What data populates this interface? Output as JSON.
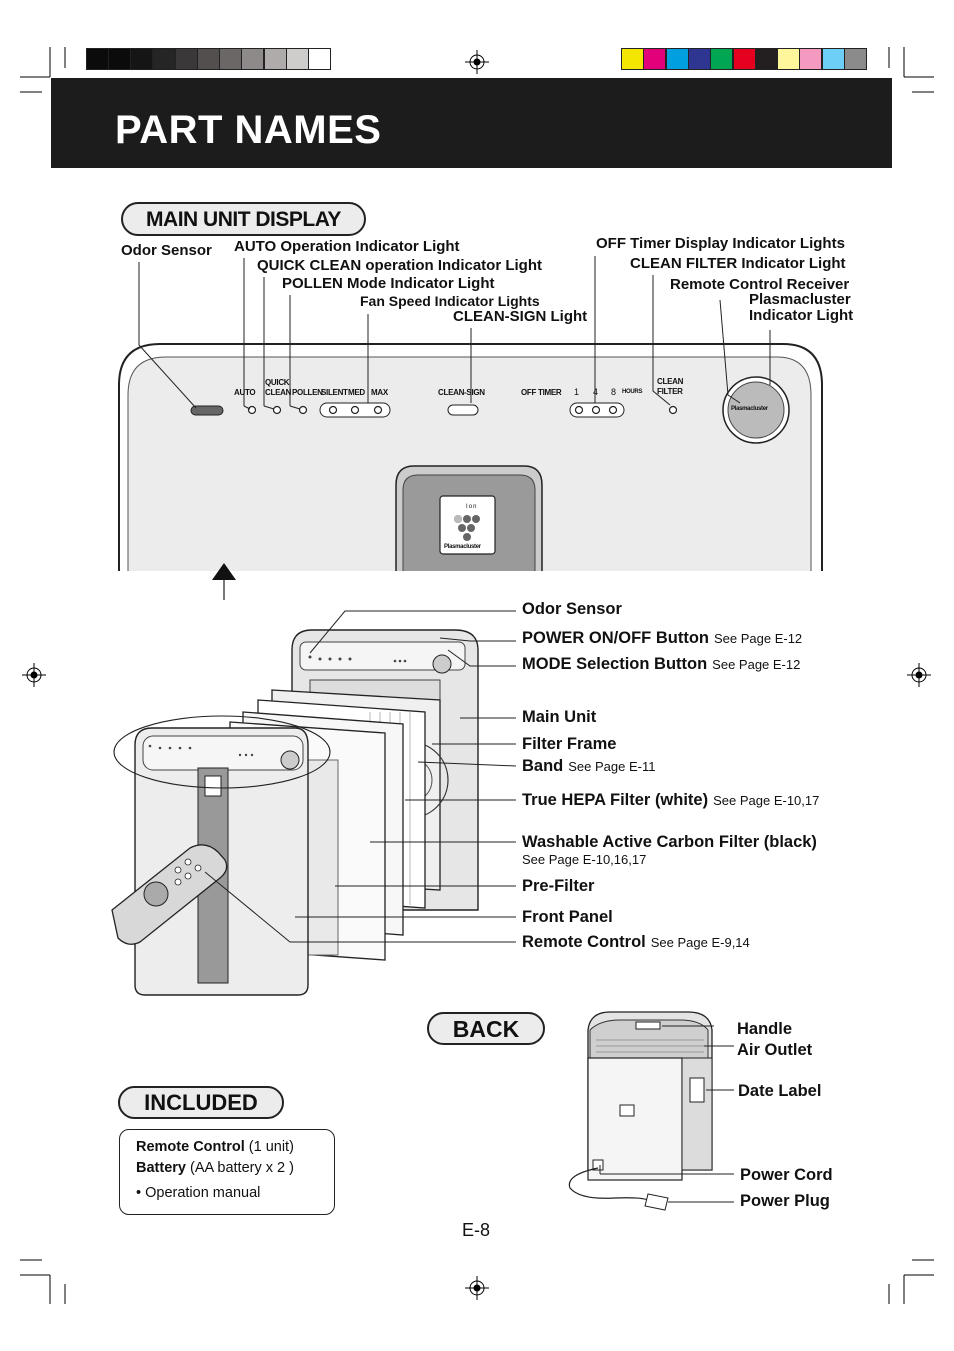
{
  "page": {
    "title": "PART NAMES",
    "page_number": "E-8"
  },
  "color_bar_left": [
    "#0b0b0b",
    "#0b0b0b",
    "#151515",
    "#252525",
    "#3a3838",
    "#524f4e",
    "#6b6766",
    "#8d8a89",
    "#aeabaa",
    "#cfcdcc",
    "#ffffff"
  ],
  "color_bar_right": [
    "#f4e600",
    "#e2007a",
    "#009fe0",
    "#2f3692",
    "#00a651",
    "#e60020",
    "#231f20",
    "#fff59b",
    "#f49ac1",
    "#6dcff6",
    "#8b8b8b"
  ],
  "main_unit_display": {
    "heading": "MAIN UNIT DISPLAY",
    "labels": {
      "odor_sensor": "Odor Sensor",
      "auto_light": "AUTO Operation Indicator Light",
      "quick_clean_light": "QUICK CLEAN operation Indicator Light",
      "pollen_light": "POLLEN Mode Indicator Light",
      "fan_speed_lights": "Fan Speed Indicator Lights",
      "clean_sign_light": "CLEAN-SIGN Light",
      "off_timer_lights": "OFF Timer Display Indicator Lights",
      "clean_filter_light": "CLEAN FILTER Indicator Light",
      "remote_receiver": "Remote Control Receiver",
      "plasmacluster_line1": "Plasmacluster",
      "plasmacluster_line2": "Indicator Light"
    },
    "panel_text": {
      "auto": "AUTO",
      "quick": "QUICK",
      "clean": "CLEAN",
      "pollen": "POLLEN",
      "silent": "SILENT",
      "med": "MED",
      "max": "MAX",
      "clean_sign": "CLEAN-SIGN",
      "off_timer": "OFF TIMER",
      "t1": "1",
      "t4": "4",
      "t8": "8",
      "hours": "HOURS",
      "clean2": "CLEAN",
      "filter": "FILTER",
      "plasmacluster": "Plasmacluster",
      "ion": "I o n",
      "logo_text": "Plasmacluster"
    }
  },
  "exploded_view": {
    "labels": [
      {
        "name": "Odor Sensor",
        "ref": ""
      },
      {
        "name": "POWER ON/OFF Button",
        "ref": "See Page E-12"
      },
      {
        "name": "MODE Selection Button",
        "ref": "See Page E-12"
      },
      {
        "name": "Main Unit",
        "ref": ""
      },
      {
        "name": "Filter Frame",
        "ref": ""
      },
      {
        "name": "Band",
        "ref": "See Page E-11"
      },
      {
        "name": "True HEPA Filter (white)",
        "ref": "See Page E-10,17"
      },
      {
        "name": "Washable Active Carbon Filter (black)",
        "ref": ""
      },
      {
        "name": "Pre-Filter",
        "ref": ""
      },
      {
        "name": "Front Panel",
        "ref": ""
      },
      {
        "name": "Remote Control",
        "ref": "See Page E-9,14"
      }
    ],
    "carbon_ref": "See Page E-10,16,17"
  },
  "back": {
    "heading": "BACK",
    "labels": [
      "Handle",
      "Air Outlet",
      "Date Label",
      "Power Cord",
      "Power Plug"
    ]
  },
  "included": {
    "heading": "INCLUDED",
    "remote_bold": "Remote Control",
    "remote_rest": " (1 unit)",
    "battery_bold": "Battery",
    "battery_rest": " (AA battery x 2 )",
    "manual": "• Operation manual"
  }
}
